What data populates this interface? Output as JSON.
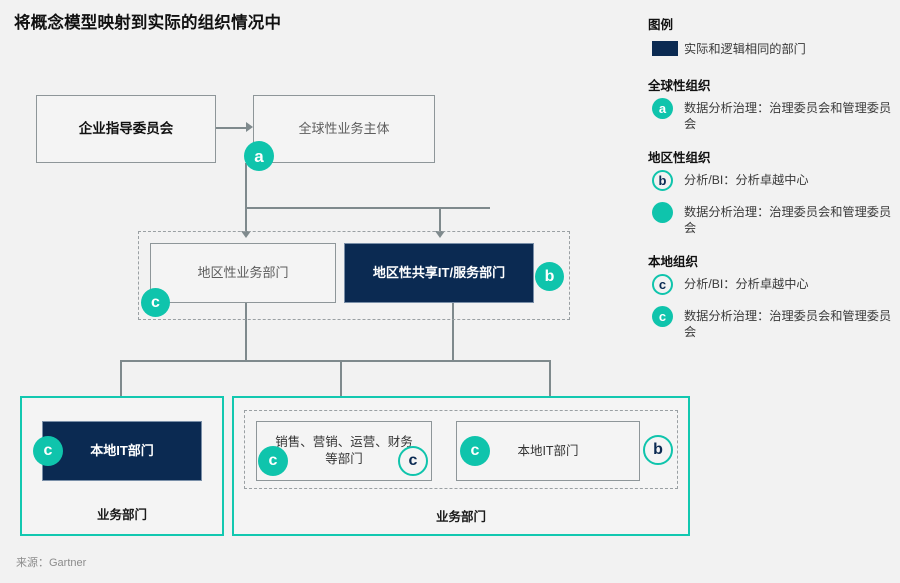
{
  "title": "将概念模型映射到实际的组织情况中",
  "source": "来源：Gartner",
  "colors": {
    "background": "#f2f2f2",
    "navy": "#0b2a52",
    "teal": "#0fc4ac",
    "line": "#7f8a8d",
    "box_border": "#8e9699",
    "dashed": "#9aa0a3"
  },
  "diagram": {
    "enterprise_steering_committee": "企业指导委员会",
    "global_business_entity": "全球性业务主体",
    "regional_business_unit": "地区性业务部门",
    "regional_shared_it": "地区性共享IT/服务部门",
    "local_it_left": "本地IT部门",
    "sales_marketing_ops": "销售、营销、运营、财务等部门",
    "local_it_right": "本地IT部门",
    "business_unit_left": "业务部门",
    "business_unit_right": "业务部门"
  },
  "badges": {
    "a": "a",
    "b": "b",
    "c": "c"
  },
  "legend": {
    "title": "图例",
    "swatch_label": "实际和逻辑相同的部门",
    "sections": [
      {
        "heading": "全球性组织",
        "items": [
          {
            "mark": "badge-a-fill",
            "letter": "a",
            "text": "数据分析治理：治理委员会和管理委员会"
          }
        ]
      },
      {
        "heading": "地区性组织",
        "items": [
          {
            "mark": "badge-b-ring",
            "letter": "b",
            "text": "分析/BI：分析卓越中心"
          },
          {
            "mark": "dot-teal",
            "letter": "",
            "text": "数据分析治理：治理委员会和管理委员会"
          }
        ]
      },
      {
        "heading": "本地组织",
        "items": [
          {
            "mark": "badge-c-ring",
            "letter": "c",
            "text": "分析/BI：分析卓越中心"
          },
          {
            "mark": "badge-c-fill",
            "letter": "c",
            "text": "数据分析治理：治理委员会和管理委员会"
          }
        ]
      }
    ]
  }
}
